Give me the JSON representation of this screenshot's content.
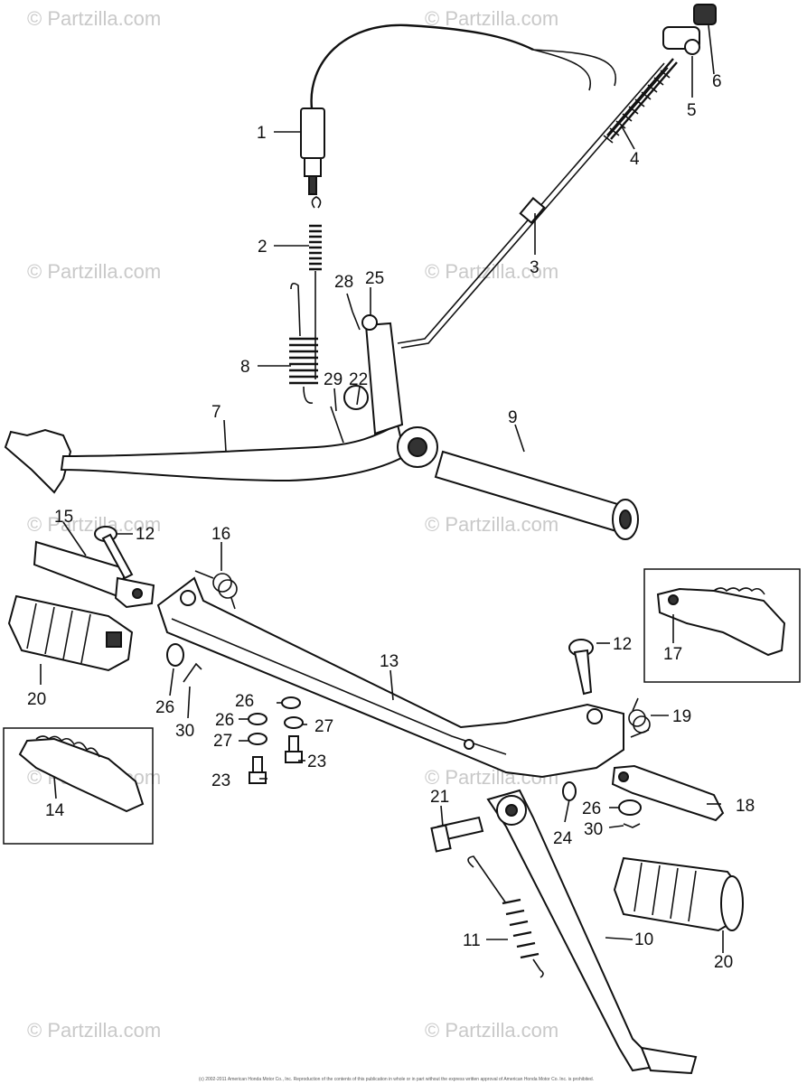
{
  "watermark": "© Partzilla.com",
  "copyright": "(c) 2002-2011 American Honda Motor Co., Inc. Reproduction of the contents of this publication in whole or in part without the express written approval of American Honda Motor Co. Inc. is prohibited.",
  "labels": {
    "p1": "1",
    "p2": "2",
    "p3": "3",
    "p4": "4",
    "p5": "5",
    "p6": "6",
    "p7": "7",
    "p8": "8",
    "p9": "9",
    "p10": "10",
    "p11": "11",
    "p12a": "12",
    "p12b": "12",
    "p13": "13",
    "p14": "14",
    "p15": "15",
    "p16": "16",
    "p17": "17",
    "p18": "18",
    "p19": "19",
    "p20a": "20",
    "p20b": "20",
    "p21": "21",
    "p22": "22",
    "p23a": "23",
    "p23b": "23",
    "p24": "24",
    "p25": "25",
    "p26a": "26",
    "p26b": "26",
    "p26c": "26",
    "p26d": "26",
    "p27a": "27",
    "p27b": "27",
    "p28": "28",
    "p29": "29",
    "p30a": "30",
    "p30b": "30"
  }
}
